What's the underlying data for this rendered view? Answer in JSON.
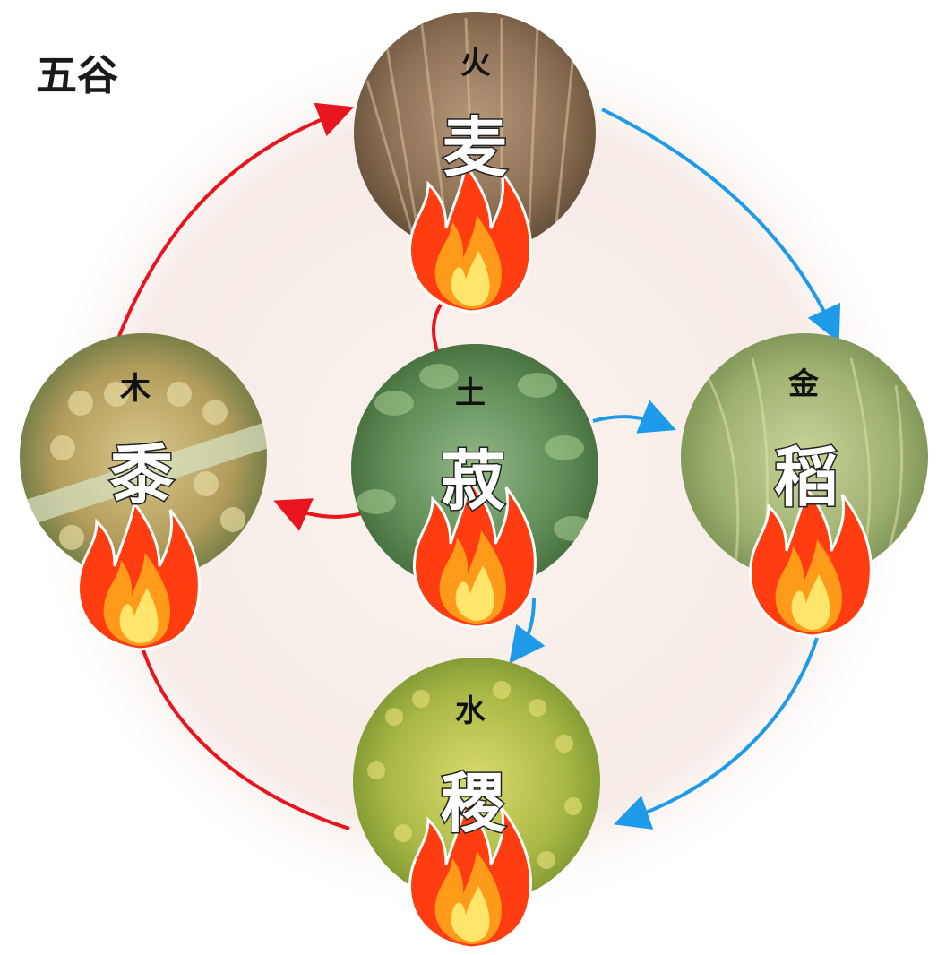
{
  "title": "五谷",
  "colors": {
    "generating_arrow": "#e8141e",
    "overcoming_arrow": "#1e9be8",
    "background_disc": "#f7ece8"
  },
  "nodes": [
    {
      "id": "mai",
      "grain": "麦",
      "element": "火",
      "texture": "wheat"
    },
    {
      "id": "dao",
      "grain": "稻",
      "element": "金",
      "texture": "rice"
    },
    {
      "id": "ji",
      "grain": "稷",
      "element": "水",
      "texture": "millet"
    },
    {
      "id": "shu",
      "grain": "黍",
      "element": "木",
      "texture": "broomcorn"
    },
    {
      "id": "shu2",
      "grain": "菽",
      "element": "土",
      "texture": "soybean"
    }
  ]
}
